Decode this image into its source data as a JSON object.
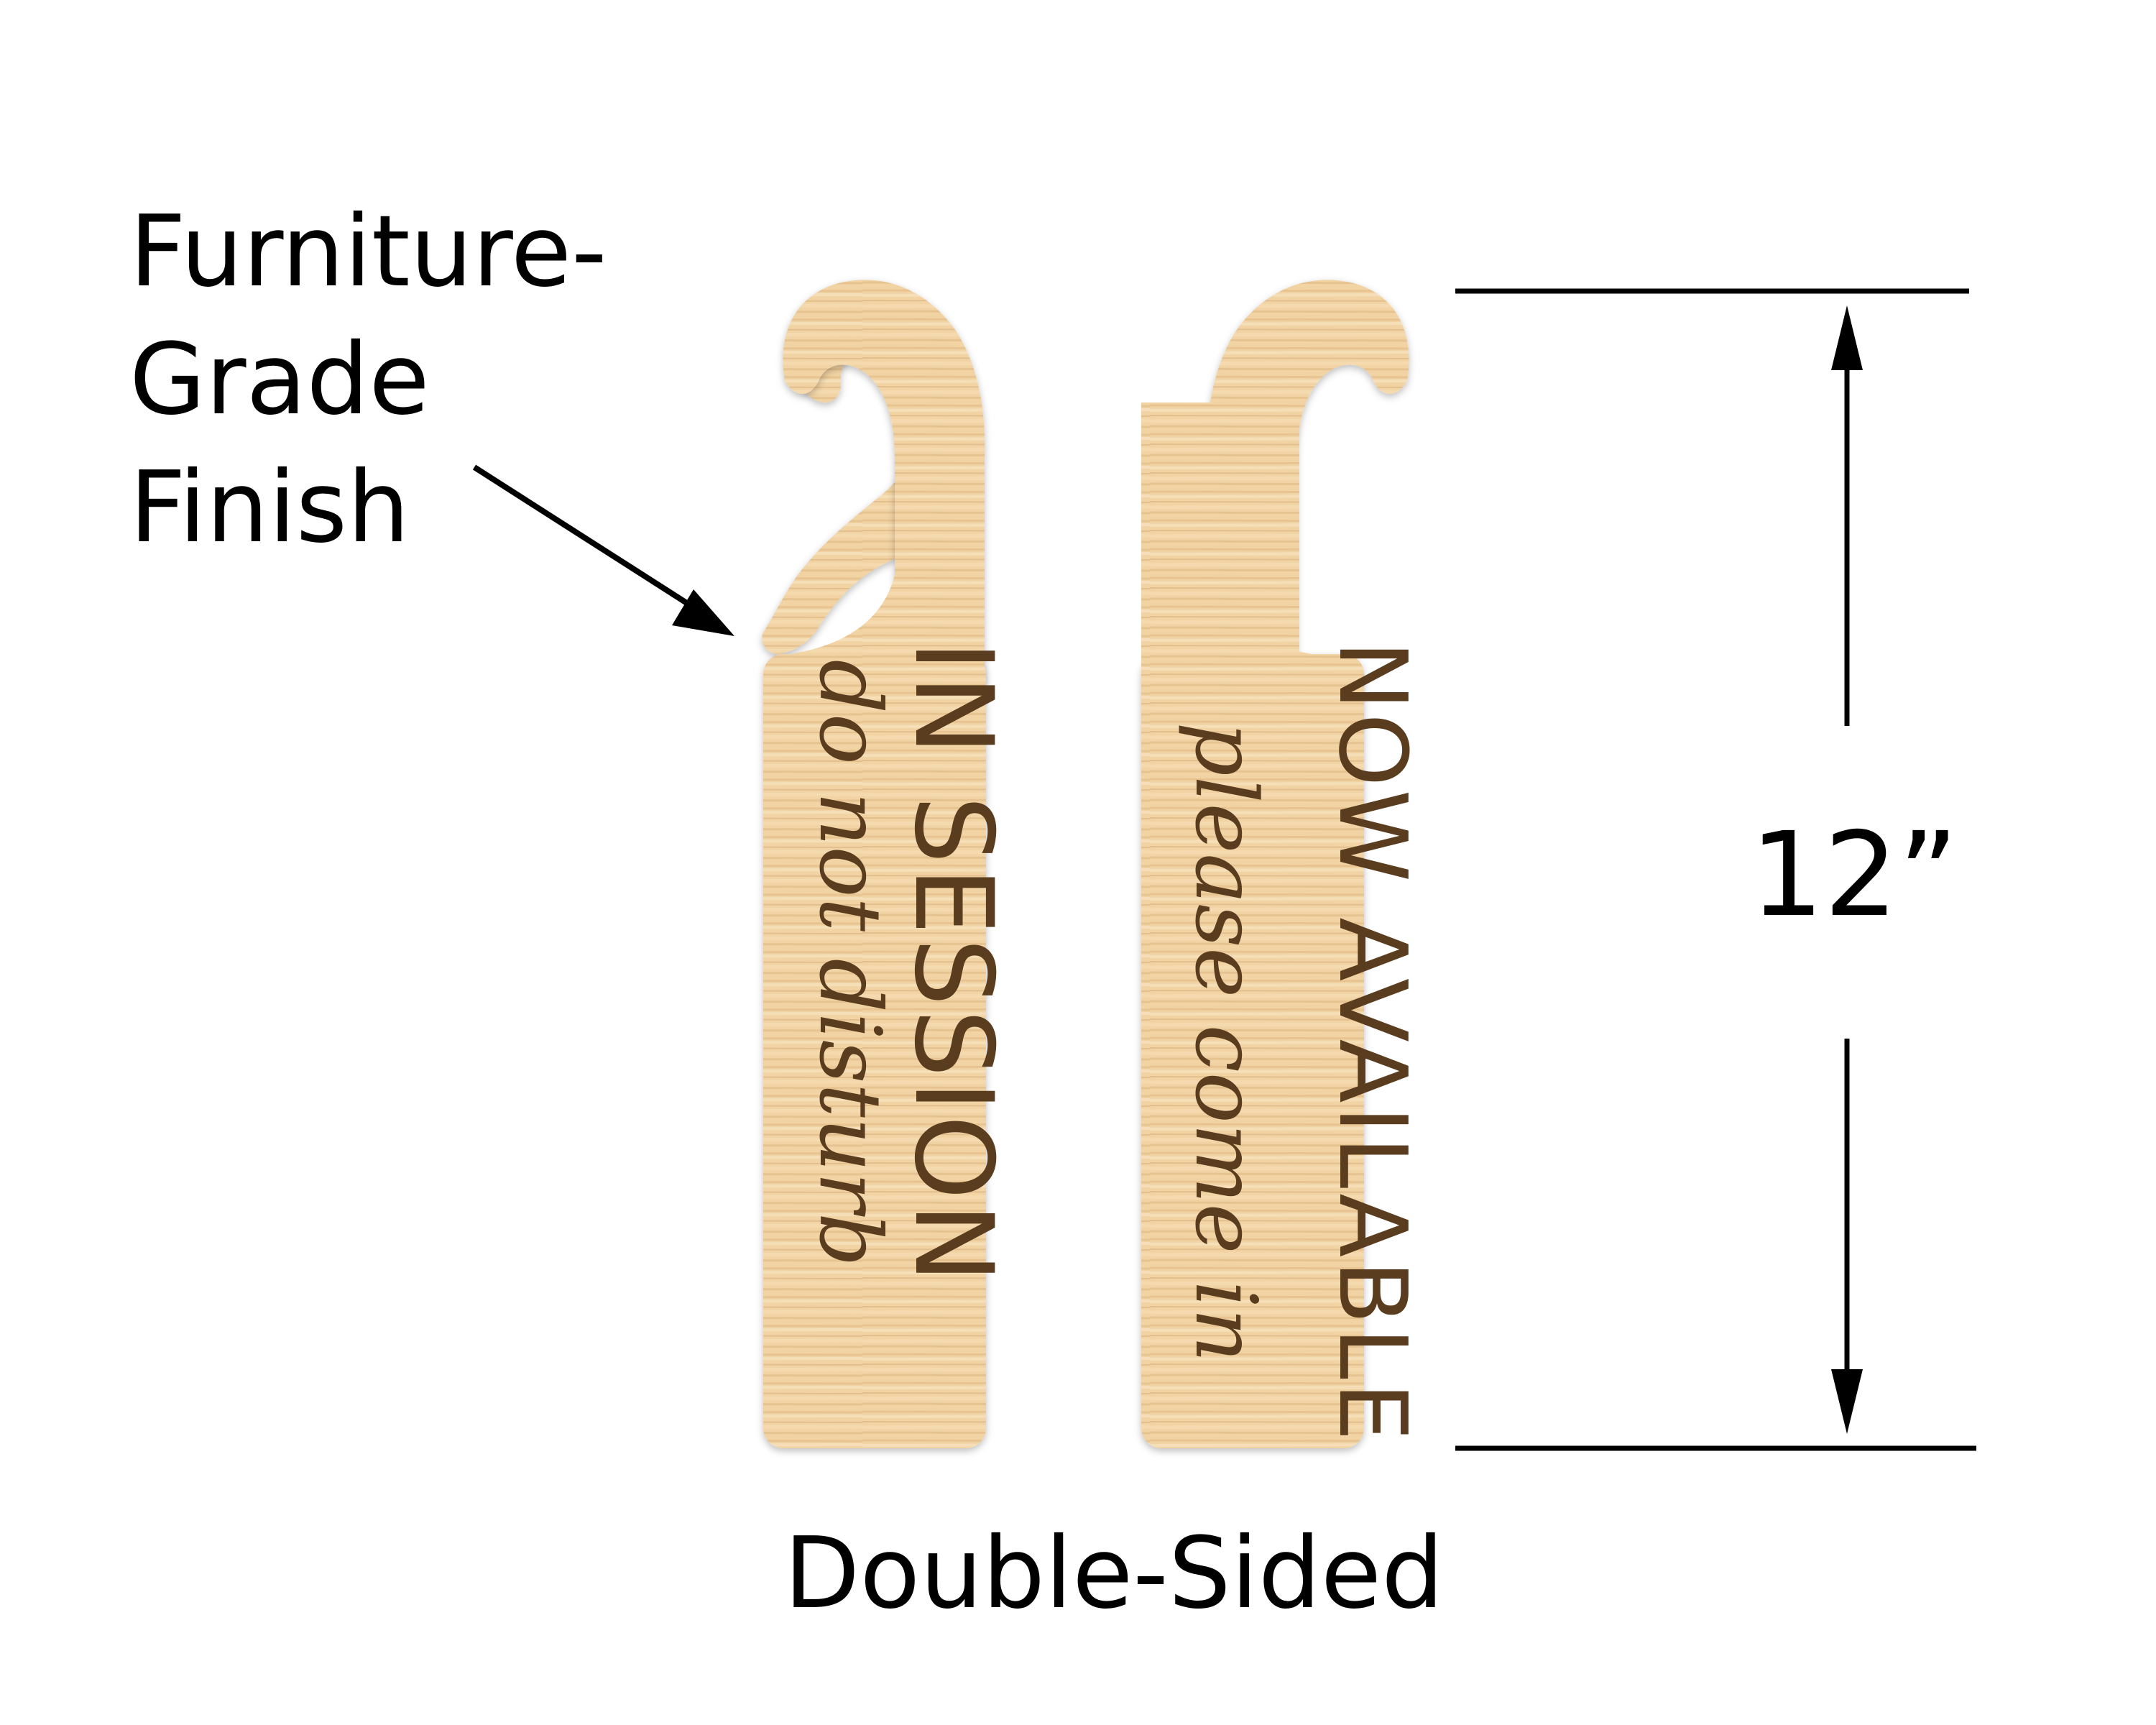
{
  "annotations": {
    "finish_line_1": "Furniture-",
    "finish_line_2": "Grade",
    "finish_line_3": "Finish",
    "size": "12”",
    "sided": "Double-Sided"
  },
  "signs": {
    "left": {
      "title": "IN SESSION",
      "subtitle": "do not disturb"
    },
    "right": {
      "title": "NOW AVAILABLE",
      "subtitle": "please come in"
    }
  },
  "colors": {
    "wood_light": "#f3d9b0",
    "wood_mid": "#e8c48e",
    "engrave": "#5a3d1e",
    "ink": "#000000"
  }
}
